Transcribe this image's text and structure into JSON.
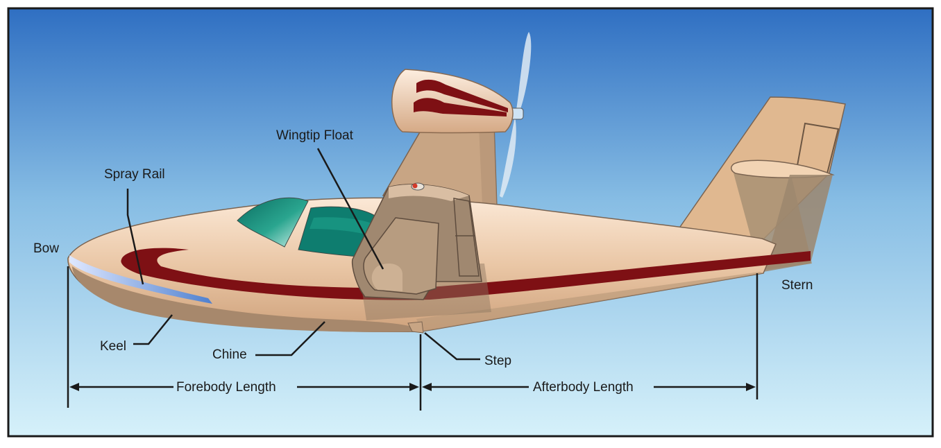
{
  "diagram": {
    "labels": {
      "bow": "Bow",
      "spray_rail": "Spray Rail",
      "wingtip_float": "Wingtip Float",
      "stern": "Stern",
      "keel": "Keel",
      "chine": "Chine",
      "step": "Step",
      "forebody_length": "Forebody Length",
      "afterbody_length": "Afterbody Length"
    },
    "colors": {
      "sky_top": "#2f6fc2",
      "sky_bottom": "#d6f1fa",
      "fuselage": "#eac7a6",
      "fuselage_shadow": "#a7886c",
      "stripe": "#7e1014",
      "canopy": "#0e7d6f",
      "spray_rail": "#6d97da",
      "frame": "#1a1a1a"
    }
  }
}
